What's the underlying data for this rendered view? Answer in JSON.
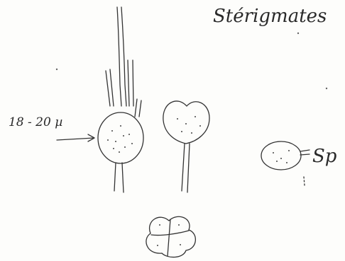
{
  "labels": {
    "title": "Stérigmates",
    "size": "18 - 20 µ",
    "spore": "Sp"
  },
  "colors": {
    "ink": "#2a2a2a",
    "paper": "#fdfdfb"
  }
}
